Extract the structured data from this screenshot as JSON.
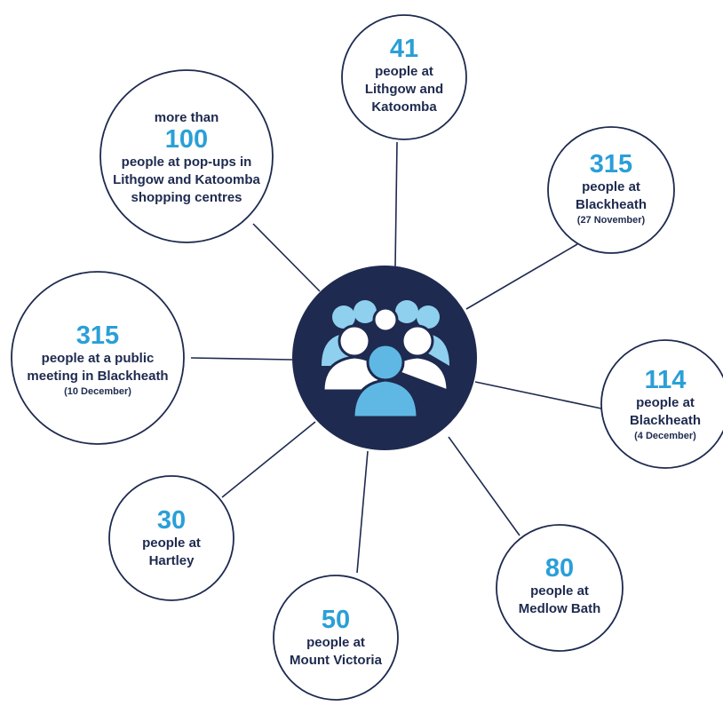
{
  "nodes": [
    {
      "id": "lithgow-katoomba",
      "prefix": "",
      "number": "41",
      "label": [
        "people at",
        "Lithgow and",
        "Katoomba"
      ],
      "sub": ""
    },
    {
      "id": "blackheath-nov",
      "prefix": "",
      "number": "315",
      "label": [
        "people at",
        "Blackheath"
      ],
      "sub": "(27 November)"
    },
    {
      "id": "blackheath-dec4",
      "prefix": "",
      "number": "114",
      "label": [
        "people at",
        "Blackheath"
      ],
      "sub": "(4 December)"
    },
    {
      "id": "medlow-bath",
      "prefix": "",
      "number": "80",
      "label": [
        "people at",
        "Medlow Bath"
      ],
      "sub": ""
    },
    {
      "id": "mount-victoria",
      "prefix": "",
      "number": "50",
      "label": [
        "people at",
        "Mount Victoria"
      ],
      "sub": ""
    },
    {
      "id": "hartley",
      "prefix": "",
      "number": "30",
      "label": [
        "people at",
        "Hartley"
      ],
      "sub": ""
    },
    {
      "id": "public-meeting",
      "prefix": "",
      "number": "315",
      "label": [
        "people at a public",
        "meeting in Blackheath"
      ],
      "sub": "(10 December)"
    },
    {
      "id": "pop-ups",
      "prefix": "more than",
      "number": "100",
      "label": [
        "people at pop-ups in",
        "Lithgow and Katoomba",
        "shopping centres"
      ],
      "sub": ""
    }
  ],
  "center": {
    "icon": "people-group-icon"
  },
  "colors": {
    "navy": "#1e2a4f",
    "accent": "#2a9fd8",
    "light": "#8fd0ee",
    "white": "#ffffff",
    "outline": "#1e2a4f"
  }
}
